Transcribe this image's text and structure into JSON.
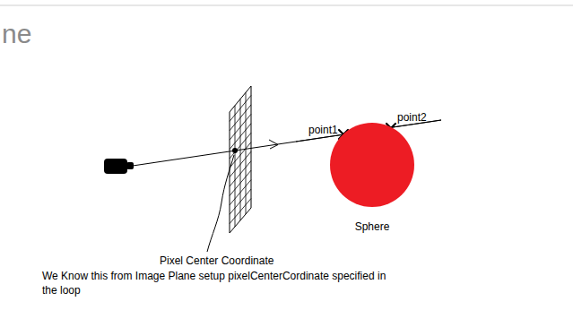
{
  "diagram": {
    "nodes": [
      {
        "text": [
          "Sphere"
        ]
      }
    ],
    "labels": [
      "ne",
      "point1",
      "point2",
      "Pixel Center Coordinate",
      "We Know this from Image Plane setup pixelCenterCordinate specified in the loop"
    ]
  }
}
